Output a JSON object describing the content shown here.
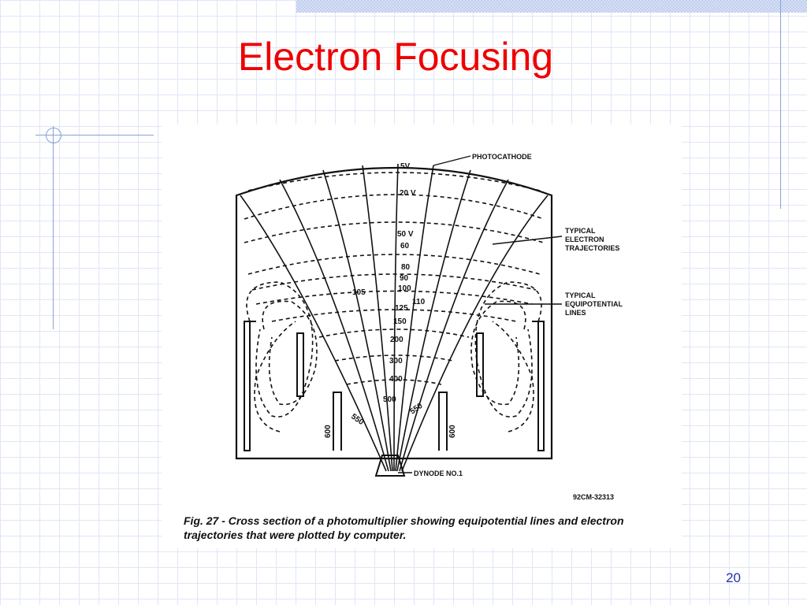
{
  "slide": {
    "title": "Electron Focusing",
    "page_number": "20"
  },
  "figure": {
    "callouts": {
      "photocathode": "PHOTOCATHODE",
      "trajectories": [
        "TYPICAL",
        "ELECTRON",
        "TRAJECTORIES"
      ],
      "equipotential": [
        "TYPICAL",
        "EQUIPOTENTIAL",
        "LINES"
      ],
      "dynode": "DYNODE NO.1"
    },
    "voltage_labels": {
      "center": [
        "5V",
        "20 V",
        "50 V",
        "60",
        "80",
        "90",
        "100",
        "125",
        "150",
        "200",
        "300",
        "400",
        "500"
      ],
      "left_105": "105",
      "right_110": "110",
      "left_550": "550",
      "right_550": "550",
      "left_600": "600",
      "right_600": "600"
    },
    "drawing_id": "92CM-32313",
    "caption_line1": "Fig. 27 - Cross section of a photomultiplier showing equipotential lines and electron",
    "caption_line2": "trajectories that were plotted by computer."
  },
  "colors": {
    "title": "#ee0000",
    "page_number": "#2233aa",
    "grid": "#dfe6f6",
    "rule": "#8aa0d8"
  }
}
